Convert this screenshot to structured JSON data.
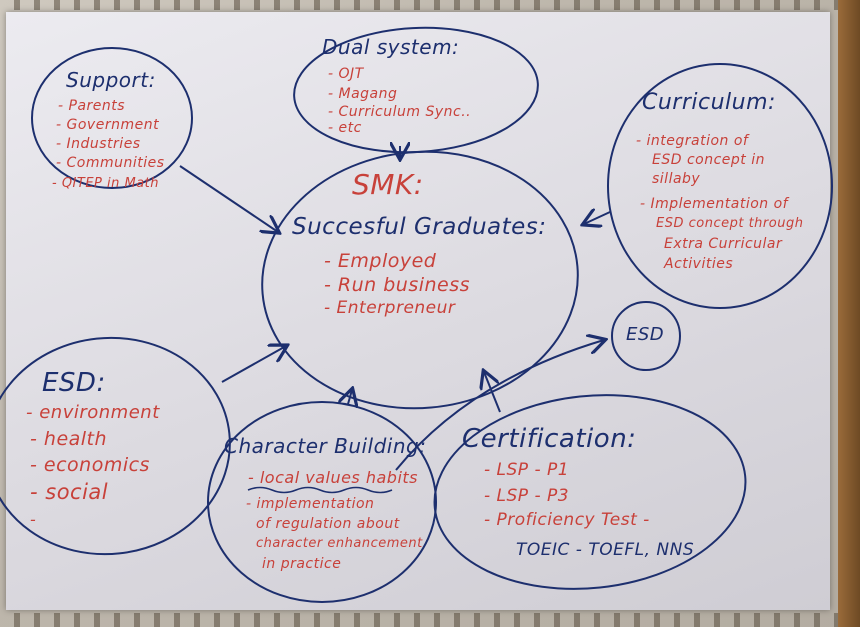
{
  "support": {
    "title": "Support:",
    "items": [
      "- Parents",
      "- Government",
      "- Industries",
      "- Communities",
      "- QITEP in Math"
    ]
  },
  "dual_system": {
    "title": "Dual system:",
    "items": [
      "- OJT",
      "- Magang",
      "- Curriculum Sync..",
      "- etc"
    ]
  },
  "curriculum": {
    "title": "Curriculum:",
    "items": [
      "- integration of",
      "ESD concept in",
      "sillaby",
      "- Implementation of",
      "ESD concept through",
      "Extra Curricular",
      "Activities"
    ]
  },
  "center": {
    "title": "SMK:",
    "subtitle": "Succesful Graduates:",
    "items": [
      "- Employed",
      "- Run business",
      "- Enterpreneur"
    ]
  },
  "esd_small": {
    "label": "ESD"
  },
  "esd": {
    "title": "ESD:",
    "items": [
      "- environment",
      "- health",
      "- economics",
      "- social",
      "-"
    ]
  },
  "character": {
    "title": "Character Building:",
    "items": [
      "- local values habits",
      "- implementation",
      "of regulation about",
      "character enhancement",
      "in practice"
    ]
  },
  "certification": {
    "title": "Certification:",
    "items": [
      "- LSP - P1",
      "- LSP - P3",
      "- Proficiency Test -",
      "TOEIC - TOEFL, NNS"
    ]
  },
  "colors": {
    "blue_ink": "#1d2f6e",
    "red_ink": "#c8413a",
    "paper": "#e4e3e8"
  }
}
